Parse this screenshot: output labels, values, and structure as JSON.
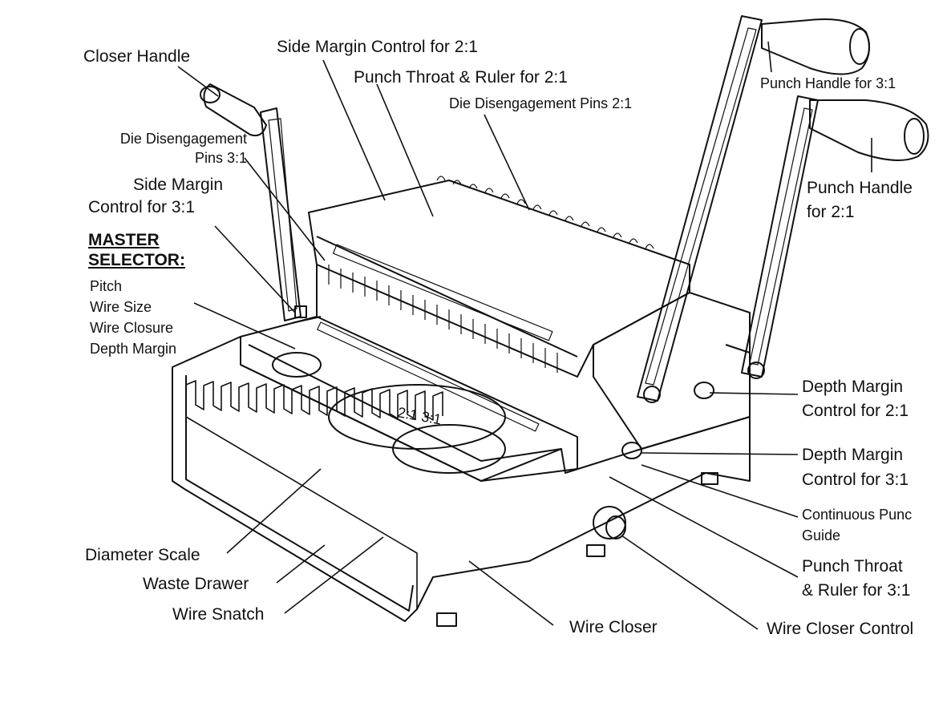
{
  "labels": {
    "closer_handle": "Closer Handle",
    "die_pins_31_l1": "Die Disengagement",
    "die_pins_31_l2": "Pins 3:1",
    "side_margin_31_l1": "Side Margin",
    "side_margin_31_l2": "Control for 3:1",
    "master_l1": "MASTER",
    "master_l2": "SELECTOR:",
    "pitch": "Pitch",
    "wire_size": "Wire Size",
    "wire_closure": "Wire Closure",
    "depth_margin": "Depth Margin",
    "side_margin_21": "Side Margin Control for 2:1",
    "punch_throat_21": "Punch Throat & Ruler for 2:1",
    "die_pins_21": "Die Disengagement Pins 2:1",
    "punch_handle_31": "Punch Handle for 3:1",
    "punch_handle_21_l1": "Punch Handle",
    "punch_handle_21_l2": "for 2:1",
    "depth_margin_21_l1": "Depth Margin",
    "depth_margin_21_l2": "Control for 2:1",
    "depth_margin_31_l1": "Depth Margin",
    "depth_margin_31_l2": "Control for 3:1",
    "continuous_l1": "Continuous Punc",
    "continuous_l2": "Guide",
    "punch_throat_31_l1": "Punch Throat",
    "punch_throat_31_l2": "& Ruler for 3:1",
    "diameter_scale": "Diameter Scale",
    "waste_drawer": "Waste Drawer",
    "wire_snatch": "Wire Snatch",
    "wire_closer": "Wire Closer",
    "wire_closer_control": "Wire Closer Control"
  },
  "machine_ratio_label": "2:1  3:1"
}
